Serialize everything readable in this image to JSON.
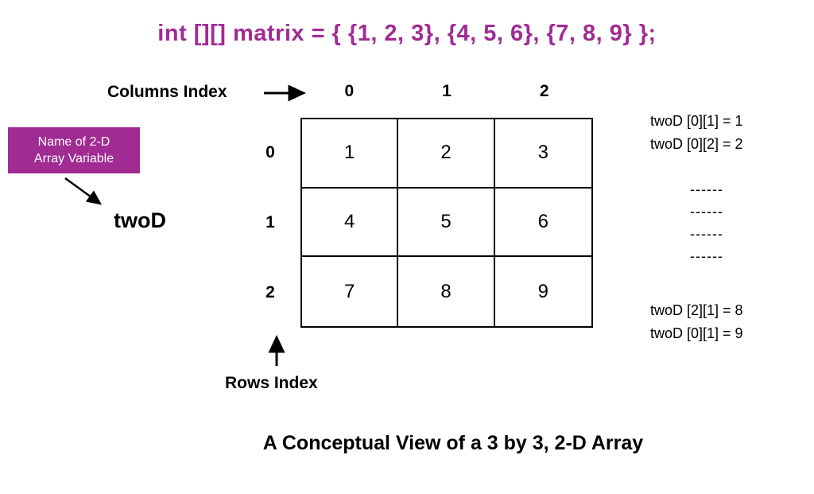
{
  "title": "int [][] matrix = { {1, 2, 3}, {4, 5, 6}, {7, 8, 9} };",
  "columns_index_label": "Columns Index",
  "rows_index_label": "Rows Index",
  "caption": "A Conceptual View of a 3 by 3, 2-D Array",
  "column_headers": [
    "0",
    "1",
    "2"
  ],
  "row_headers": [
    "0",
    "1",
    "2"
  ],
  "matrix": [
    [
      "1",
      "2",
      "3"
    ],
    [
      "4",
      "5",
      "6"
    ],
    [
      "7",
      "8",
      "9"
    ]
  ],
  "variable_box": {
    "line1": "Name of 2-D",
    "line2": "Array Variable"
  },
  "variable_name": "twoD",
  "side_notes": {
    "top": [
      "twoD [0][1] = 1",
      "twoD [0][2] = 2"
    ],
    "dashes": [
      "------",
      "------",
      "------",
      "------"
    ],
    "bottom": [
      "twoD [2][1] = 8",
      "twoD [0][1] = 9"
    ]
  },
  "colors": {
    "accent_purple": "#A02B93",
    "text": "#000000",
    "background": "#FFFFFF"
  },
  "chart_data": {
    "type": "table",
    "title": "A Conceptual View of a 3 by 3, 2-D Array",
    "row_indices": [
      0,
      1,
      2
    ],
    "column_indices": [
      0,
      1,
      2
    ],
    "values": [
      [
        1,
        2,
        3
      ],
      [
        4,
        5,
        6
      ],
      [
        7,
        8,
        9
      ]
    ]
  }
}
